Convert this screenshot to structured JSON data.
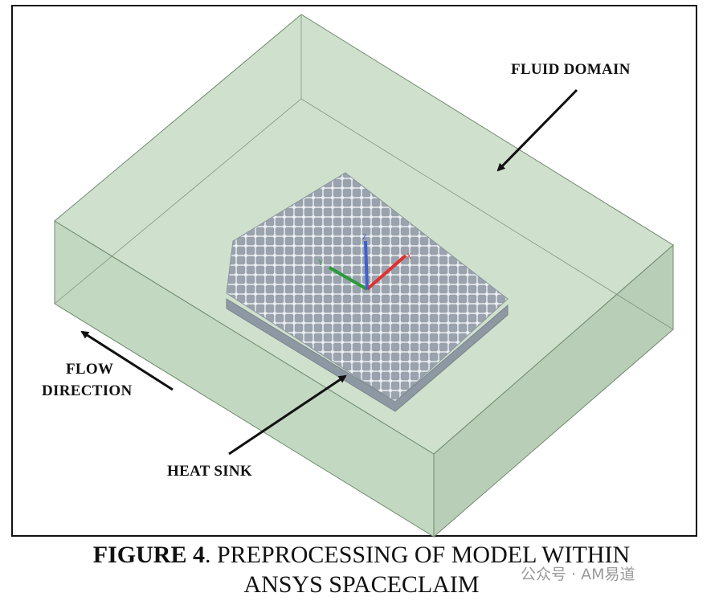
{
  "figure": {
    "labels": {
      "fluid_domain": "FLUID DOMAIN",
      "flow_line1": "FLOW",
      "flow_line2": "DIRECTION",
      "heat_sink": "HEAT SINK"
    },
    "triad": {
      "x": "X",
      "y": "Y",
      "z": "Z"
    },
    "colors": {
      "fluid": "#cfe1cd",
      "fluid_side": "#bfd3bd",
      "heatsink": "#a9b0b8",
      "x_axis": "#e03030",
      "y_axis": "#2a9a3a",
      "z_axis": "#4060d0"
    }
  },
  "caption": {
    "label": "FIGURE 4",
    "line1_rest": ". PREPROCESSING OF MODEL WITHIN",
    "line2": "ANSYS SPACECLAIM"
  },
  "watermark": "公众号 · AM易道"
}
